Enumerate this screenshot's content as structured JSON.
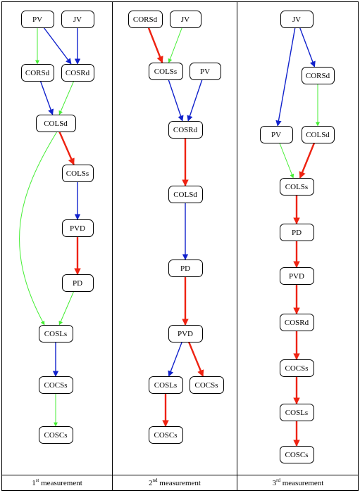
{
  "colors": {
    "red": "#ee2211",
    "blue": "#1122cc",
    "green": "#44ee33"
  },
  "columns": [
    {
      "caption": {
        "num": "1",
        "sup": "st",
        "rest": " measurement"
      },
      "nodes": [
        {
          "id": "c1-pv",
          "label": "PV"
        },
        {
          "id": "c1-jv",
          "label": "JV"
        },
        {
          "id": "c1-corsd",
          "label": "CORSd"
        },
        {
          "id": "c1-cosrd",
          "label": "COSRd"
        },
        {
          "id": "c1-colsd",
          "label": "COLSd"
        },
        {
          "id": "c1-colss",
          "label": "COLSs"
        },
        {
          "id": "c1-pvd",
          "label": "PVD"
        },
        {
          "id": "c1-pd",
          "label": "PD"
        },
        {
          "id": "c1-cosls",
          "label": "COSLs"
        },
        {
          "id": "c1-cocss",
          "label": "COCSs"
        },
        {
          "id": "c1-coscs",
          "label": "COSCs"
        }
      ],
      "edges": [
        {
          "from": "c1-pv",
          "to": "c1-corsd",
          "color": "green"
        },
        {
          "from": "c1-pv",
          "to": "c1-cosrd",
          "color": "blue"
        },
        {
          "from": "c1-jv",
          "to": "c1-cosrd",
          "color": "blue"
        },
        {
          "from": "c1-corsd",
          "to": "c1-colsd",
          "color": "blue"
        },
        {
          "from": "c1-cosrd",
          "to": "c1-colsd",
          "color": "green"
        },
        {
          "from": "c1-colsd",
          "to": "c1-colss",
          "color": "red"
        },
        {
          "from": "c1-colsd",
          "to": "c1-cosls",
          "color": "green",
          "curve": true
        },
        {
          "from": "c1-colss",
          "to": "c1-pvd",
          "color": "blue"
        },
        {
          "from": "c1-pvd",
          "to": "c1-pd",
          "color": "red"
        },
        {
          "from": "c1-pd",
          "to": "c1-cosls",
          "color": "green"
        },
        {
          "from": "c1-cosls",
          "to": "c1-cocss",
          "color": "blue"
        },
        {
          "from": "c1-cocss",
          "to": "c1-coscs",
          "color": "green"
        }
      ]
    },
    {
      "caption": {
        "num": "2",
        "sup": "nd",
        "rest": " measurement"
      },
      "nodes": [
        {
          "id": "c2-corsd",
          "label": "CORSd"
        },
        {
          "id": "c2-jv",
          "label": "JV"
        },
        {
          "id": "c2-colss",
          "label": "COLSs"
        },
        {
          "id": "c2-pv",
          "label": "PV"
        },
        {
          "id": "c2-cosrd",
          "label": "COSRd"
        },
        {
          "id": "c2-colsd",
          "label": "COLSd"
        },
        {
          "id": "c2-pd",
          "label": "PD"
        },
        {
          "id": "c2-pvd",
          "label": "PVD"
        },
        {
          "id": "c2-cosls",
          "label": "COSLs"
        },
        {
          "id": "c2-cocss",
          "label": "COCSs"
        },
        {
          "id": "c2-coscs",
          "label": "COSCs"
        }
      ],
      "edges": [
        {
          "from": "c2-corsd",
          "to": "c2-colss",
          "color": "red"
        },
        {
          "from": "c2-jv",
          "to": "c2-colss",
          "color": "green"
        },
        {
          "from": "c2-colss",
          "to": "c2-cosrd",
          "color": "blue"
        },
        {
          "from": "c2-pv",
          "to": "c2-cosrd",
          "color": "blue"
        },
        {
          "from": "c2-cosrd",
          "to": "c2-colsd",
          "color": "red"
        },
        {
          "from": "c2-colsd",
          "to": "c2-pd",
          "color": "blue"
        },
        {
          "from": "c2-pd",
          "to": "c2-pvd",
          "color": "red"
        },
        {
          "from": "c2-pvd",
          "to": "c2-cosls",
          "color": "blue"
        },
        {
          "from": "c2-pvd",
          "to": "c2-cocss",
          "color": "red"
        },
        {
          "from": "c2-cosls",
          "to": "c2-coscs",
          "color": "red"
        }
      ]
    },
    {
      "caption": {
        "num": "3",
        "sup": "rd",
        "rest": " measurement"
      },
      "nodes": [
        {
          "id": "c3-jv",
          "label": "JV"
        },
        {
          "id": "c3-corsd",
          "label": "CORSd"
        },
        {
          "id": "c3-pv",
          "label": "PV"
        },
        {
          "id": "c3-colsd",
          "label": "COLSd"
        },
        {
          "id": "c3-colss",
          "label": "COLSs"
        },
        {
          "id": "c3-pd",
          "label": "PD"
        },
        {
          "id": "c3-pvd",
          "label": "PVD"
        },
        {
          "id": "c3-cosrd",
          "label": "COSRd"
        },
        {
          "id": "c3-cocss",
          "label": "COCSs"
        },
        {
          "id": "c3-cosls",
          "label": "COSLs"
        },
        {
          "id": "c3-coscs",
          "label": "COSCs"
        }
      ],
      "edges": [
        {
          "from": "c3-jv",
          "to": "c3-pv",
          "color": "blue"
        },
        {
          "from": "c3-jv",
          "to": "c3-corsd",
          "color": "blue"
        },
        {
          "from": "c3-corsd",
          "to": "c3-colsd",
          "color": "green"
        },
        {
          "from": "c3-pv",
          "to": "c3-colss",
          "color": "green"
        },
        {
          "from": "c3-colsd",
          "to": "c3-colss",
          "color": "red"
        },
        {
          "from": "c3-colss",
          "to": "c3-pd",
          "color": "red"
        },
        {
          "from": "c3-pd",
          "to": "c3-pvd",
          "color": "red"
        },
        {
          "from": "c3-pvd",
          "to": "c3-cosrd",
          "color": "red"
        },
        {
          "from": "c3-cosrd",
          "to": "c3-cocss",
          "color": "red"
        },
        {
          "from": "c3-cocss",
          "to": "c3-cosls",
          "color": "red"
        },
        {
          "from": "c3-cosls",
          "to": "c3-coscs",
          "color": "red"
        }
      ]
    }
  ]
}
